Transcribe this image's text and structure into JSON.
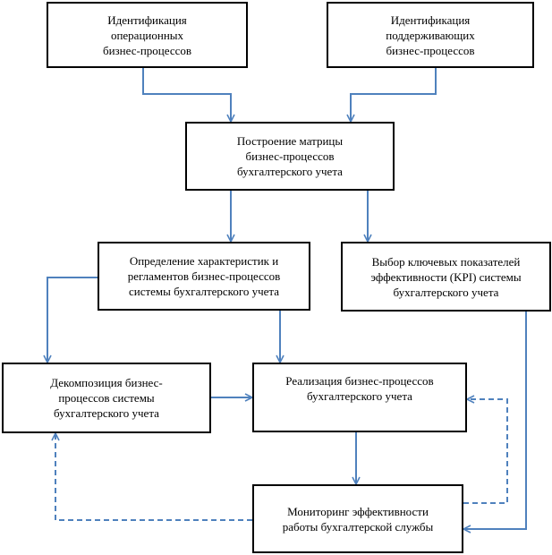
{
  "diagram": {
    "line_color": "#4f81bd",
    "box_border_color": "#000000",
    "nodes": {
      "ident_operational": "Идентификация\nоперационных\nбизнес-процессов",
      "ident_supporting": "Идентификация\nподдерживающих\nбизнес-процессов",
      "build_matrix": "Построение матрицы\nбизнес-процессов\nбухгалтерского  учета",
      "define_characteristics": "Определение характеристик  и\nрегламентов бизнес-процессов\nсистемы бухгалтерского  учета",
      "select_kpi": "Выбор ключевых показателей\nэффективности (KPI) системы\nбухгалтерского  учета",
      "decomposition": "Декомпозиция бизнес-\nпроцессов системы\nбухгалтерского  учета",
      "implementation": "Реализация бизнес-процессов\nбухгалтерского  учета",
      "monitoring": "Мониторинг эффективности\nработы бухгалтерской  службы"
    }
  }
}
